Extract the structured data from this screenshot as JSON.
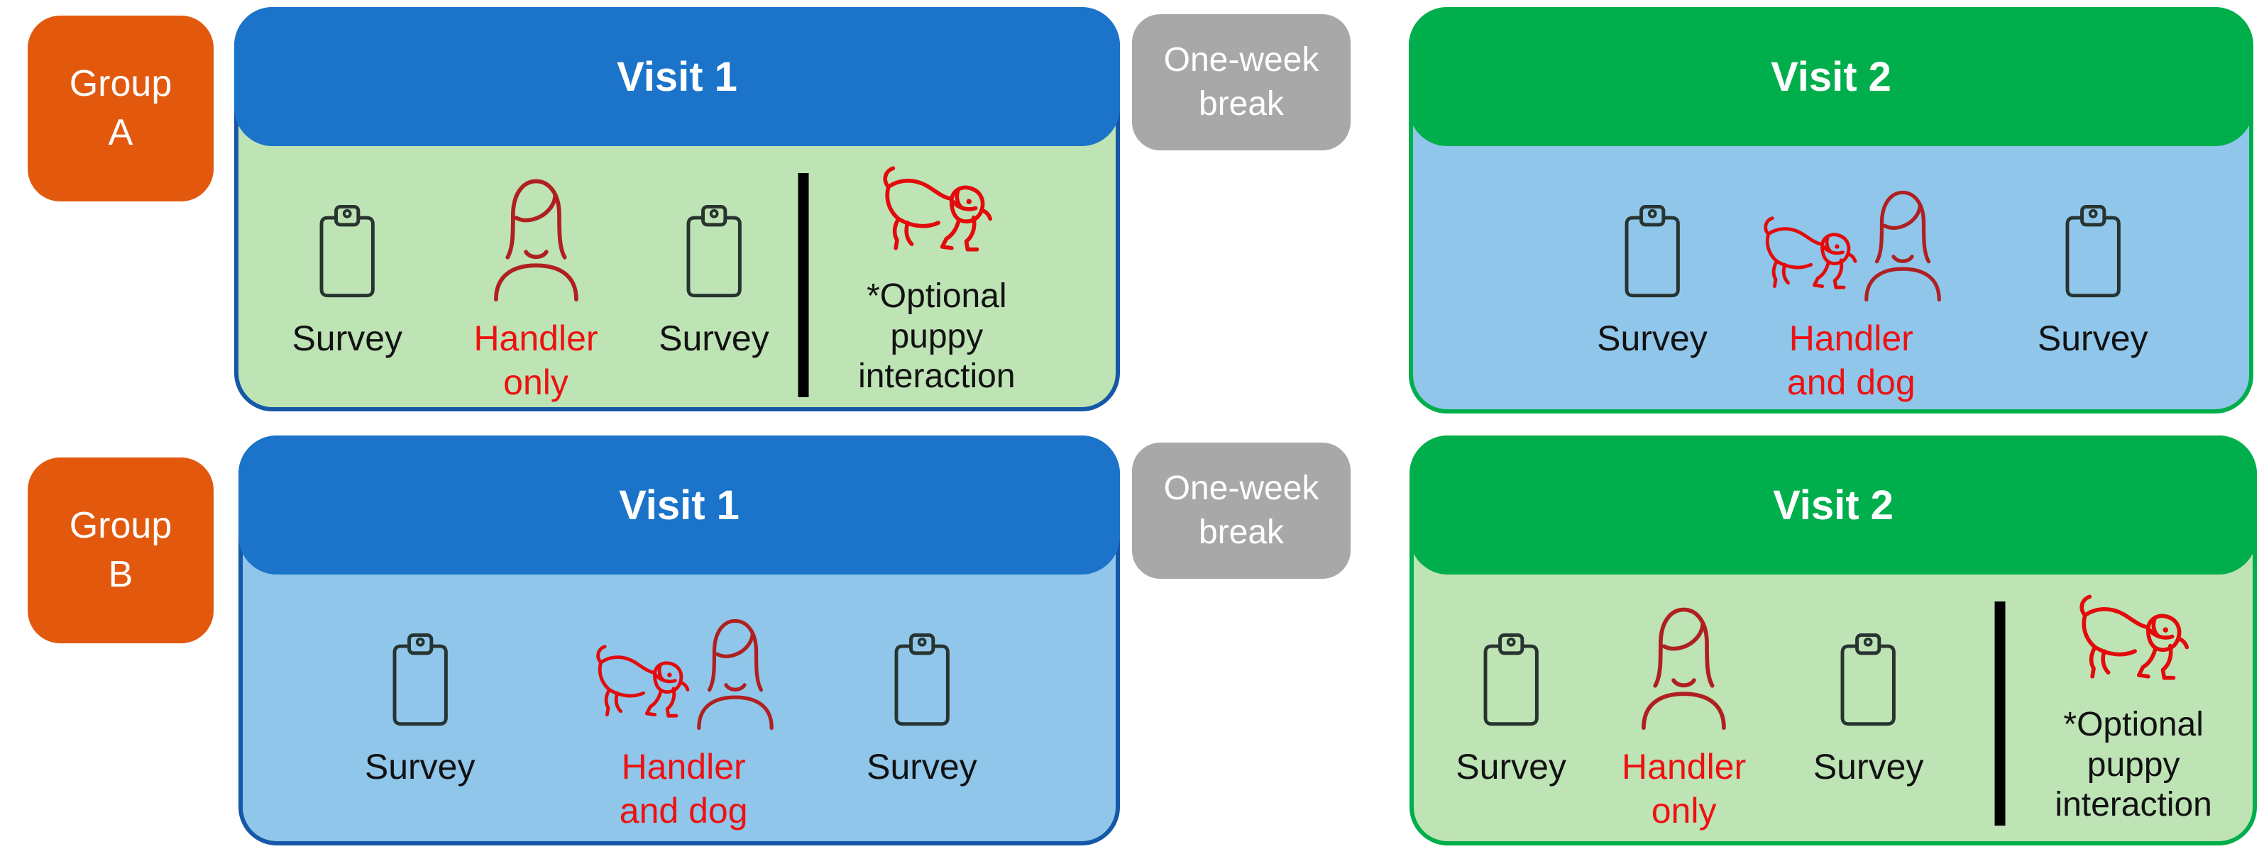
{
  "colors": {
    "group_box": "#E2590E",
    "visit1_header": "#1B74C9",
    "visit1_border": "#1558A8",
    "visit2_header": "#00AF4B",
    "visit2_border": "#00AF4B",
    "body_light_green": "#BEE3B5",
    "body_light_blue": "#8FC6EA",
    "break_box": "#A8A8A8",
    "header_text": "#FFFFFF",
    "label_text": "#121212",
    "red_text": "#EE1111",
    "woman_icon_stroke": "#B02020",
    "puppy_icon_stroke": "#E30B0B",
    "clipboard_icon_stroke": "#273430",
    "divider": "#000000"
  },
  "icons": {
    "survey": "clipboard-icon",
    "handler": "woman-icon",
    "dog": "puppy-icon"
  },
  "rows": [
    {
      "group": {
        "line1": "Group",
        "line2": "A"
      },
      "visit1": {
        "title": "Visit 1",
        "survey1": "Survey",
        "handler": {
          "line1": "Handler",
          "line2": "only"
        },
        "survey2": "Survey",
        "optional": {
          "line1": "*Optional",
          "line2": "puppy",
          "line3": "interaction"
        }
      },
      "break": {
        "line1": "One-week",
        "line2": "break"
      },
      "visit2": {
        "title": "Visit 2",
        "survey1": "Survey",
        "handler": {
          "line1": "Handler",
          "line2": "and dog"
        },
        "survey2": "Survey"
      }
    },
    {
      "group": {
        "line1": "Group",
        "line2": "B"
      },
      "visit1": {
        "title": "Visit 1",
        "survey1": "Survey",
        "handler": {
          "line1": "Handler",
          "line2": "and dog"
        },
        "survey2": "Survey"
      },
      "break": {
        "line1": "One-week",
        "line2": "break"
      },
      "visit2": {
        "title": "Visit 2",
        "survey1": "Survey",
        "handler": {
          "line1": "Handler",
          "line2": "only"
        },
        "survey2": "Survey",
        "optional": {
          "line1": "*Optional",
          "line2": "puppy",
          "line3": "interaction"
        }
      }
    }
  ]
}
